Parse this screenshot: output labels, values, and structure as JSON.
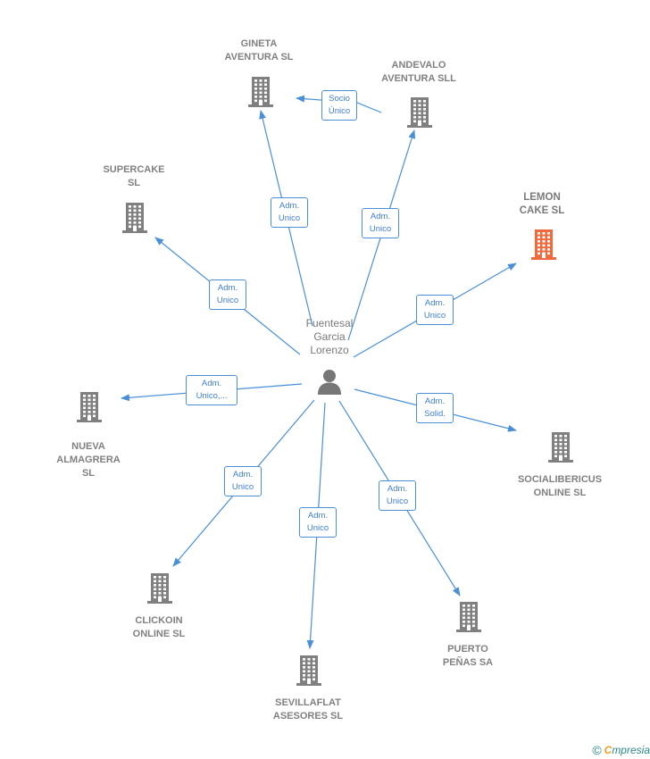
{
  "colors": {
    "edge": "#4a8fd8",
    "building": "#808080",
    "building_highlight": "#f26a3b",
    "person": "#777777"
  },
  "center": {
    "name": "Fuentesal\nGarcia\nLorenzo",
    "icon": "person-icon"
  },
  "companies": [
    {
      "id": "gineta",
      "name": "GINETA\nAVENTURA SL",
      "icon": "building-icon",
      "highlight": false
    },
    {
      "id": "andevalo",
      "name": "ANDEVALO\nAVENTURA SLL",
      "icon": "building-icon",
      "highlight": false
    },
    {
      "id": "supercake",
      "name": "SUPERCAKE\nSL",
      "icon": "building-icon",
      "highlight": false
    },
    {
      "id": "lemon",
      "name": "LEMON\nCAKE  SL",
      "icon": "building-icon",
      "highlight": true
    },
    {
      "id": "nueva",
      "name": "NUEVA\nALMAGRERA\nSL",
      "icon": "building-icon",
      "highlight": false
    },
    {
      "id": "sociali",
      "name": "SOCIALIBERICUS\nONLINE SL",
      "icon": "building-icon",
      "highlight": false
    },
    {
      "id": "clickoin",
      "name": "CLICKOIN\nONLINE  SL",
      "icon": "building-icon",
      "highlight": false
    },
    {
      "id": "sevilla",
      "name": "SEVILLAFLAT\nASESORES  SL",
      "icon": "building-icon",
      "highlight": false
    },
    {
      "id": "puerto",
      "name": "PUERTO\nPEÑAS SA",
      "icon": "building-icon",
      "highlight": false
    }
  ],
  "relations": [
    {
      "from": "andevalo",
      "to": "gineta",
      "label": "Socio\nÚnico"
    },
    {
      "from": "center",
      "to": "gineta",
      "label": "Adm.\nUnico"
    },
    {
      "from": "center",
      "to": "andevalo",
      "label": "Adm.\nUnico"
    },
    {
      "from": "center",
      "to": "supercake",
      "label": "Adm.\nUnico"
    },
    {
      "from": "center",
      "to": "lemon",
      "label": "Adm.\nUnico"
    },
    {
      "from": "center",
      "to": "nueva",
      "label": "Adm.\nUnico,..."
    },
    {
      "from": "center",
      "to": "sociali",
      "label": "Adm.\nSolid."
    },
    {
      "from": "center",
      "to": "clickoin",
      "label": "Adm.\nUnico"
    },
    {
      "from": "center",
      "to": "sevilla",
      "label": "Adm.\nUnico"
    },
    {
      "from": "center",
      "to": "puerto",
      "label": "Adm.\nUnico"
    }
  ],
  "footer": {
    "copyright": "©",
    "brand_initial": "C",
    "brand_rest": "mpresia"
  }
}
